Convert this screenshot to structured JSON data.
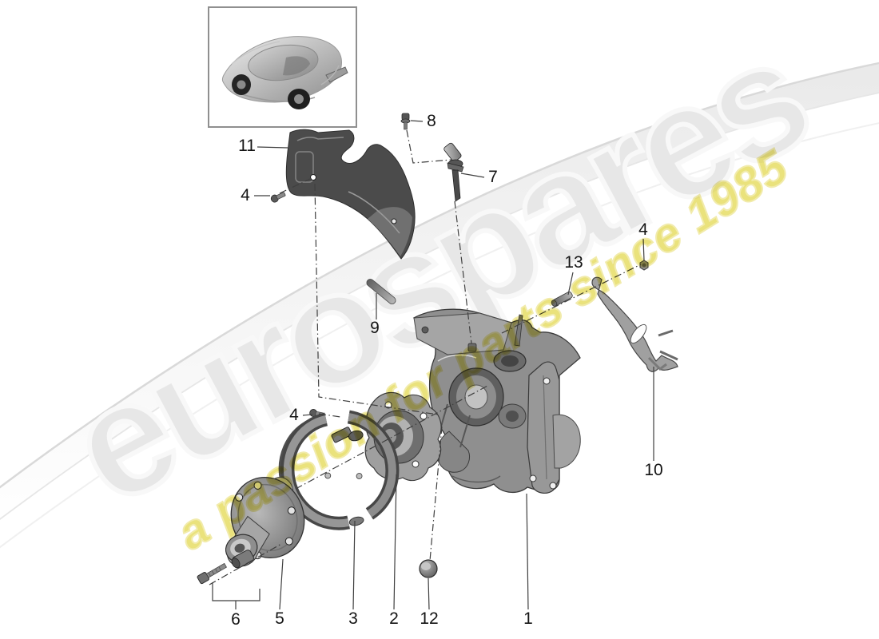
{
  "watermark": {
    "brand_text": "eurospares",
    "tagline_text": "a passion for parts since 1985"
  },
  "colors": {
    "background": "#ffffff",
    "brand_watermark": "#e7e7e7",
    "tagline_watermark": "#e7de6a",
    "leader_line": "#3f3f3f",
    "label_text": "#141414",
    "part_gray": "#919191",
    "part_dark": "#474747"
  },
  "thumbnail": {
    "icon": "car-rear-three-quarter-view"
  },
  "callouts": [
    {
      "label": "11"
    },
    {
      "label": "4"
    },
    {
      "label": "8"
    },
    {
      "label": "7"
    },
    {
      "label": "9"
    },
    {
      "label": "13"
    },
    {
      "label": "4"
    },
    {
      "label": "4"
    },
    {
      "label": "10"
    },
    {
      "label": "6"
    },
    {
      "label": "5"
    },
    {
      "label": "3"
    },
    {
      "label": "2"
    },
    {
      "label": "12"
    },
    {
      "label": "1"
    }
  ]
}
